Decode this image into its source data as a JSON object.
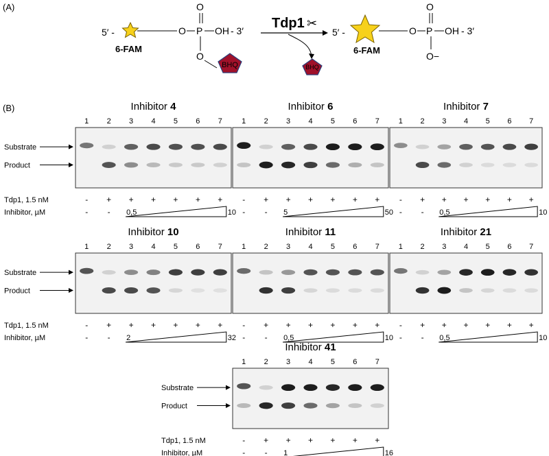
{
  "panel_a": {
    "label": "(A)",
    "end5": "5′ -",
    "end3": "- 3′",
    "fam_label": "6-FAM",
    "bhq_label": "BHQ",
    "enzyme": "Tdp1",
    "o": "O",
    "p": "P",
    "oh": "OH",
    "o_minus": "O−",
    "scissors": "✂"
  },
  "panel_b": {
    "label": "(B)",
    "inhibitor_word": "Inhibitor",
    "substrate_label": "Substrate",
    "product_label": "Product",
    "tdp1_label": "Tdp1, 1.5 nM",
    "inhibitor_conc_label": "Inhibitor, µM",
    "lane_numbers": [
      "1",
      "2",
      "3",
      "4",
      "5",
      "6",
      "7"
    ],
    "tdp1_row": [
      "-",
      "+",
      "+",
      "+",
      "+",
      "+",
      "+"
    ],
    "inhibitor_row": [
      "-",
      "-"
    ],
    "gels": [
      {
        "inhibitor": "4",
        "conc_min": "0,5",
        "conc_max": "10",
        "substrate_intensity": [
          0.55,
          0.15,
          0.65,
          0.75,
          0.72,
          0.72,
          0.75
        ],
        "product_intensity": [
          0.0,
          0.7,
          0.45,
          0.25,
          0.18,
          0.18,
          0.15
        ]
      },
      {
        "inhibitor": "6",
        "conc_min": "5",
        "conc_max": "50",
        "substrate_intensity": [
          0.95,
          0.15,
          0.65,
          0.75,
          0.95,
          0.95,
          0.95
        ],
        "product_intensity": [
          0.2,
          0.95,
          0.9,
          0.8,
          0.6,
          0.3,
          0.2
        ]
      },
      {
        "inhibitor": "7",
        "conc_min": "0,5",
        "conc_max": "10",
        "substrate_intensity": [
          0.45,
          0.15,
          0.35,
          0.65,
          0.7,
          0.75,
          0.8
        ],
        "product_intensity": [
          0.0,
          0.75,
          0.6,
          0.15,
          0.1,
          0.1,
          0.1
        ]
      },
      {
        "inhibitor": "10",
        "conc_min": "2",
        "conc_max": "32",
        "substrate_intensity": [
          0.7,
          0.15,
          0.45,
          0.5,
          0.8,
          0.8,
          0.8
        ],
        "product_intensity": [
          0.0,
          0.75,
          0.75,
          0.7,
          0.12,
          0.08,
          0.08
        ]
      },
      {
        "inhibitor": "11",
        "conc_min": "0,5",
        "conc_max": "10",
        "substrate_intensity": [
          0.6,
          0.2,
          0.4,
          0.7,
          0.7,
          0.7,
          0.7
        ],
        "product_intensity": [
          0.0,
          0.85,
          0.8,
          0.12,
          0.1,
          0.1,
          0.1
        ]
      },
      {
        "inhibitor": "21",
        "conc_min": "0,5",
        "conc_max": "10",
        "substrate_intensity": [
          0.55,
          0.15,
          0.35,
          0.9,
          0.95,
          0.9,
          0.85
        ],
        "product_intensity": [
          0.0,
          0.85,
          0.95,
          0.2,
          0.12,
          0.1,
          0.1
        ]
      },
      {
        "inhibitor": "41",
        "conc_min": "1",
        "conc_max": "16",
        "substrate_intensity": [
          0.7,
          0.15,
          0.95,
          0.95,
          0.9,
          0.95,
          0.95
        ],
        "product_intensity": [
          0.25,
          0.9,
          0.8,
          0.6,
          0.35,
          0.2,
          0.15
        ]
      }
    ]
  },
  "colors": {
    "star": "#f7d11b",
    "bhq": "#a0112a",
    "band": "#111111",
    "gel_bg": "#f2f2f2"
  }
}
